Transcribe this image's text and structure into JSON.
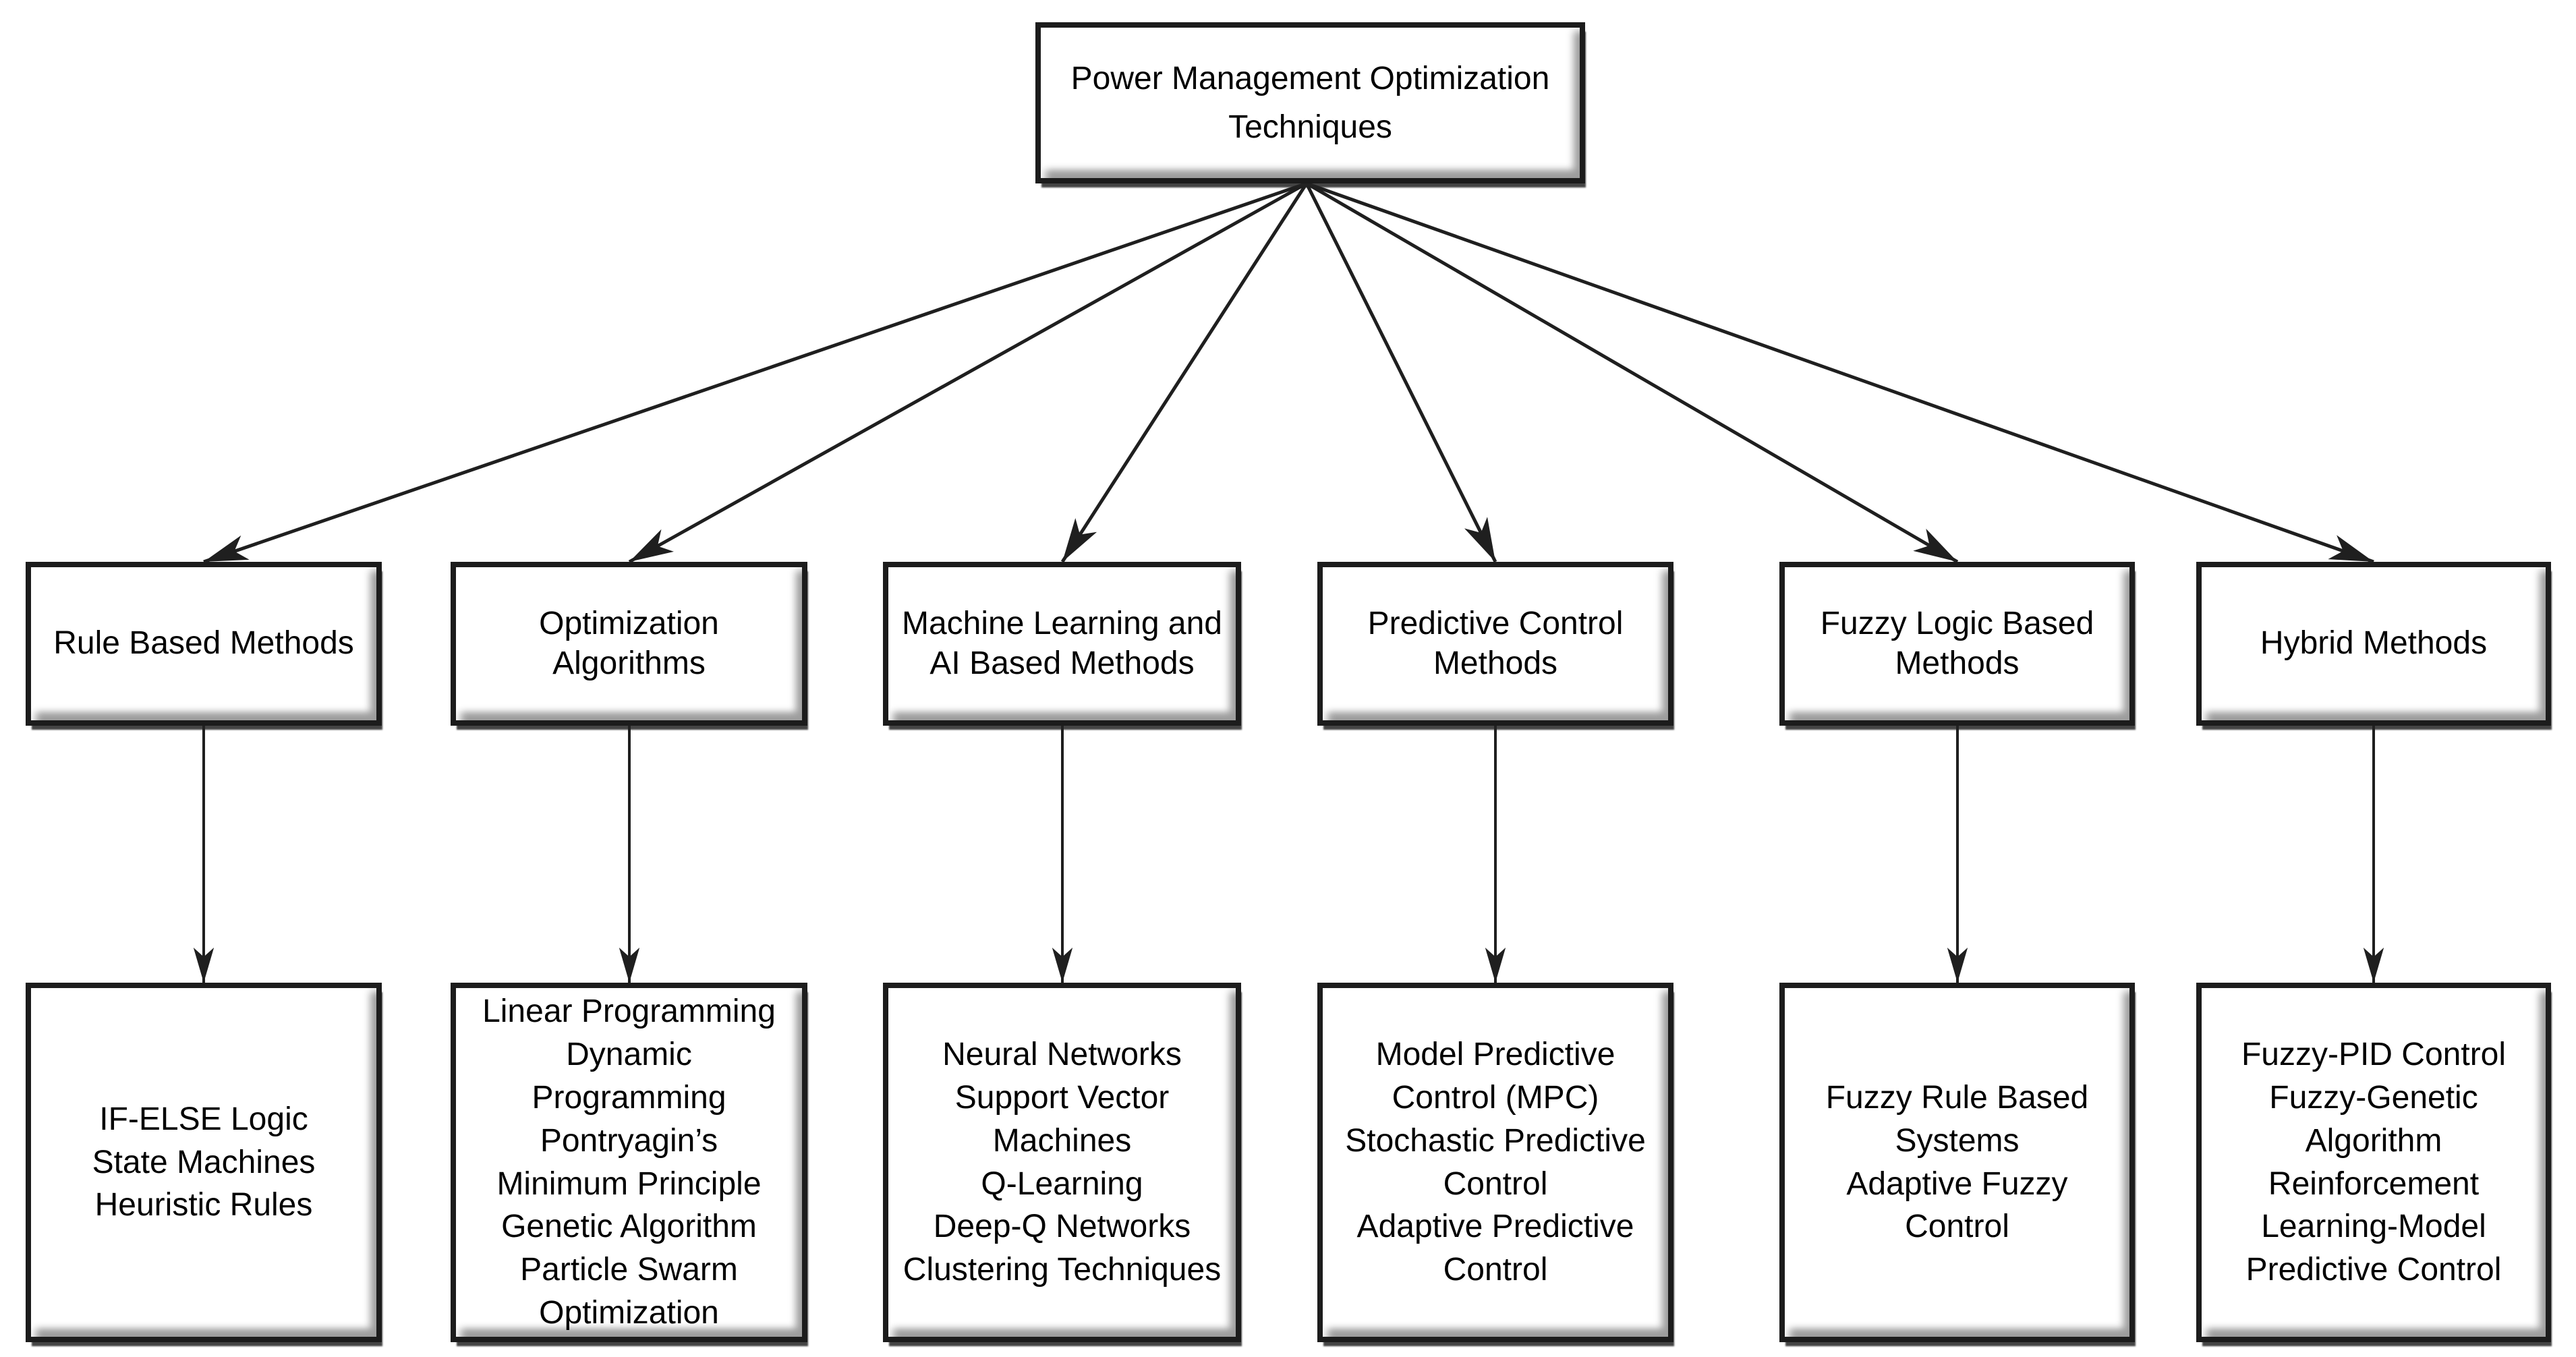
{
  "colors": {
    "background": "#ffffff",
    "box_fill": "#ffffff",
    "box_border": "#1c1c1c",
    "bevel_shadow": "#9d9d9d",
    "drop_shadow": "#232323",
    "arrow": "#1f1f1f",
    "text": "#000000"
  },
  "root": {
    "label": "Power Management Optimization Techniques",
    "label_lines": "Power Management Optimization\nTechniques"
  },
  "branches": [
    {
      "label": "Rule Based Methods",
      "label_lines": "Rule Based Methods",
      "items": [
        "IF-ELSE Logic",
        "State Machines",
        "Heuristic Rules"
      ],
      "items_lines": "IF-ELSE Logic\nState Machines\nHeuristic Rules"
    },
    {
      "label": "Optimization Algorithms",
      "label_lines": "Optimization\nAlgorithms",
      "items": [
        "Linear Programming",
        "Dynamic Programming",
        "Pontryagin’s Minimum Principle",
        "Genetic Algorithm",
        "Particle Swarm Optimization"
      ],
      "items_lines": "Linear Programming\nDynamic\nProgramming\nPontryagin’s\nMinimum Principle\nGenetic Algorithm\nParticle Swarm\nOptimization"
    },
    {
      "label": "Machine Learning and AI Based Methods",
      "label_lines": "Machine Learning and\nAI Based Methods",
      "items": [
        "Neural Networks",
        "Support Vector Machines",
        "Q-Learning",
        "Deep-Q Networks",
        "Clustering Techniques"
      ],
      "items_lines": "Neural Networks\nSupport Vector\nMachines\nQ-Learning\nDeep-Q Networks\nClustering Techniques"
    },
    {
      "label": "Predictive Control Methods",
      "label_lines": "Predictive Control\nMethods",
      "items": [
        "Model Predictive Control (MPC)",
        "Stochastic Predictive Control",
        "Adaptive Predictive Control"
      ],
      "items_lines": "Model Predictive\nControl (MPC)\nStochastic Predictive\nControl\nAdaptive Predictive\nControl"
    },
    {
      "label": "Fuzzy Logic Based Methods",
      "label_lines": "Fuzzy Logic Based\nMethods",
      "items": [
        "Fuzzy Rule Based Systems",
        "Adaptive Fuzzy Control"
      ],
      "items_lines": "Fuzzy Rule Based\nSystems\nAdaptive Fuzzy\nControl"
    },
    {
      "label": "Hybrid Methods",
      "label_lines": "Hybrid Methods",
      "items": [
        "Fuzzy-PID Control",
        "Fuzzy-Genetic Algorithm",
        "Reinforcement Learning-Model Predictive Control"
      ],
      "items_lines": "Fuzzy-PID Control\nFuzzy-Genetic\nAlgorithm\nReinforcement\nLearning-Model\nPredictive Control"
    }
  ]
}
